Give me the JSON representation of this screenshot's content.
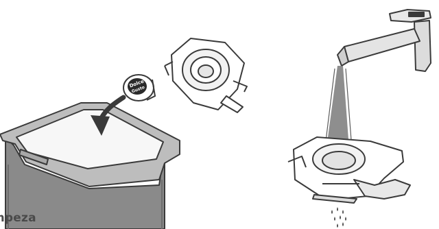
{
  "caption": {
    "text": "mpeza"
  },
  "capsule": {
    "label_lines": [
      "Dolce",
      "Gusto"
    ]
  },
  "colors": {
    "outline": "#3a3a3a",
    "bin_body": "#8a8a8a",
    "bin_rim": "#bdbdbd",
    "bin_lid": "#f7f7f7",
    "water": "#7a7a7a",
    "arrow": "#3a3a3a"
  },
  "icons": {
    "bin": "trash-bin-icon",
    "capsule": "used-capsule-icon",
    "holder": "capsule-holder-icon",
    "faucet": "faucet-icon",
    "arrow": "curved-arrow-icon",
    "drops": "water-drops-icon"
  }
}
